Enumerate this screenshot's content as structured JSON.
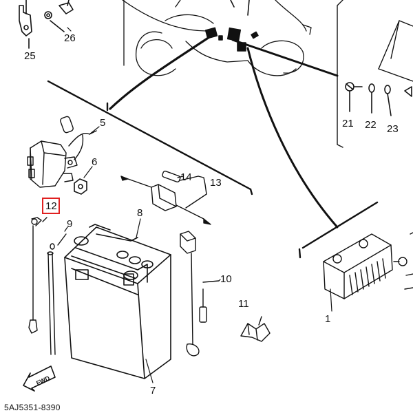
{
  "diagram": {
    "part_code": "5AJ5351-8390",
    "direction_label": "FWD",
    "callouts": [
      {
        "id": "1",
        "label": "1"
      },
      {
        "id": "5",
        "label": "5"
      },
      {
        "id": "6",
        "label": "6"
      },
      {
        "id": "7",
        "label": "7"
      },
      {
        "id": "8",
        "label": "8"
      },
      {
        "id": "9",
        "label": "9"
      },
      {
        "id": "10",
        "label": "10"
      },
      {
        "id": "11",
        "label": "11"
      },
      {
        "id": "12",
        "label": "12"
      },
      {
        "id": "13",
        "label": "13"
      },
      {
        "id": "14",
        "label": "14"
      },
      {
        "id": "21",
        "label": "21"
      },
      {
        "id": "22",
        "label": "22"
      },
      {
        "id": "23",
        "label": "23"
      },
      {
        "id": "25",
        "label": "25"
      },
      {
        "id": "26",
        "label": "26"
      }
    ],
    "highlight": {
      "target": "12",
      "color": "#e02020"
    }
  }
}
